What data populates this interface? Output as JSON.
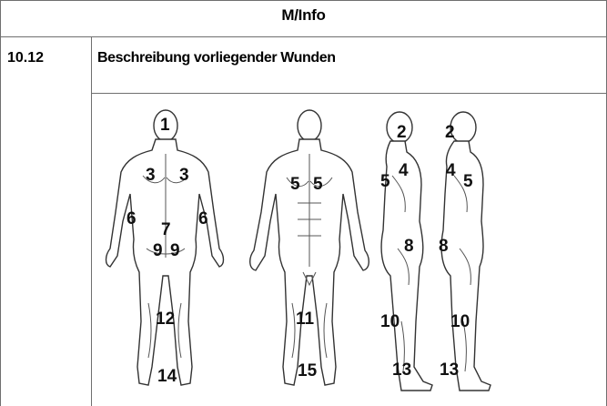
{
  "header": {
    "title": "M/Info"
  },
  "row": {
    "number": "10.12",
    "title": "Beschreibung vorliegender Wunden"
  },
  "figures": {
    "back": {
      "labels": [
        "1",
        "3",
        "3",
        "6",
        "6",
        "7",
        "9",
        "9",
        "12",
        "14"
      ]
    },
    "front": {
      "labels": [
        "5",
        "5",
        "11",
        "15"
      ]
    },
    "side_left": {
      "labels": [
        "2",
        "4",
        "5",
        "8",
        "10",
        "13"
      ]
    },
    "side_right": {
      "labels": [
        "2",
        "4",
        "5",
        "8",
        "10",
        "13"
      ]
    }
  }
}
